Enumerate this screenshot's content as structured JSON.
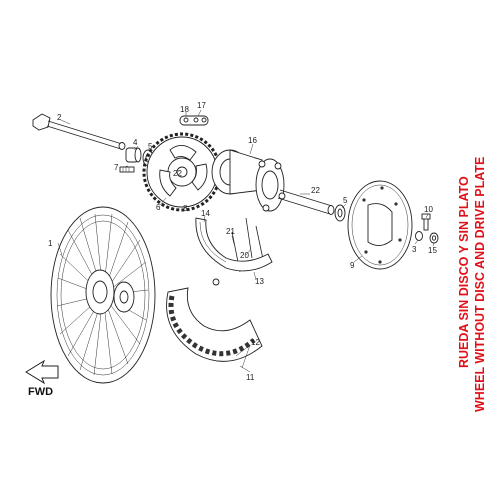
{
  "title_es": "RUEDA SIN DISCO Y SIN PLATO",
  "title_en": "WHEEL WITHOUT DISC AND DRIVE PLATE",
  "title_color": "#e0101a",
  "fwd_label": "FWD",
  "callouts": {
    "c1": "1",
    "c2": "2",
    "c3": "3",
    "c4": "4",
    "c5a": "5",
    "c5b": "5",
    "c6": "6",
    "c7": "7",
    "c8": "8",
    "c9": "9",
    "c10": "10",
    "c11": "11",
    "c12": "12",
    "c13": "13",
    "c14": "14",
    "c15": "15",
    "c16": "16",
    "c17": "17",
    "c18": "18",
    "c20": "20",
    "c21": "21",
    "c22a": "22",
    "c22b": "22"
  }
}
